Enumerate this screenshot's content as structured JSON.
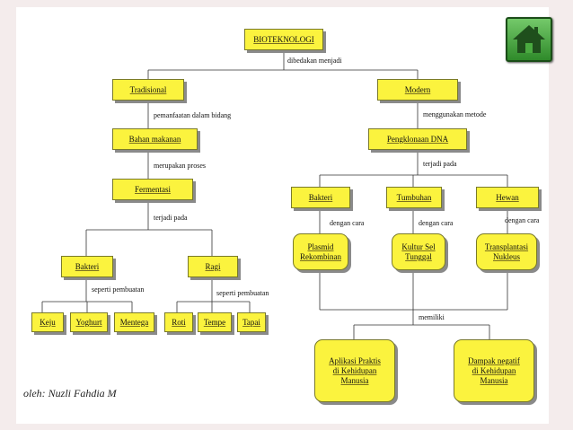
{
  "title": "BIOTEKNOLOGI",
  "connectors": {
    "dibedakan": "dibedakan menjadi",
    "pemanfaatan": "pemanfaatan dalam bidang",
    "merupakan": "merupakan proses",
    "terjadi_left": "terjadi pada",
    "seperti_left": "seperti pembuatan",
    "seperti_right": "seperti pembuatan",
    "menggunakan": "menggunakan metode",
    "terjadi_right": "terjadi pada",
    "dengan_1": "dengan cara",
    "dengan_2": "dengan cara",
    "dengan_3": "dengan cara",
    "memiliki": "memiliki"
  },
  "nodes": {
    "tradisional": "Tradisional",
    "modern": "Modern",
    "bahan": "Bahan makanan",
    "fermentasi": "Fermentasi",
    "bakteri_left": "Bakteri",
    "ragi": "Ragi",
    "keju": "Keju",
    "yoghurt": "Yoghurt",
    "mentega": "Mentega",
    "roti": "Roti",
    "tempe": "Tempe",
    "tapai": "Tapai",
    "pengklonaan": "Pengklonaan DNA",
    "bakteri_right": "Bakteri",
    "tumbuhan": "Tumbuhan",
    "hewan": "Hewan",
    "plasmid": "Plasmid Rekombinan",
    "kultur": "Kultur Sel Tunggal",
    "transplantasi": "Transplantasi Nukleus",
    "aplikasi": "Aplikasi Praktis di Kehidupan Manusia",
    "dampak": "Dampak negatif di Kehidupan Manusia"
  },
  "author": "oleh: Nuzli Fahdia M",
  "home_button": {
    "icon": "home-icon"
  },
  "colors": {
    "node_fill": "#fbf33e",
    "home_green": "#3d9a36"
  }
}
